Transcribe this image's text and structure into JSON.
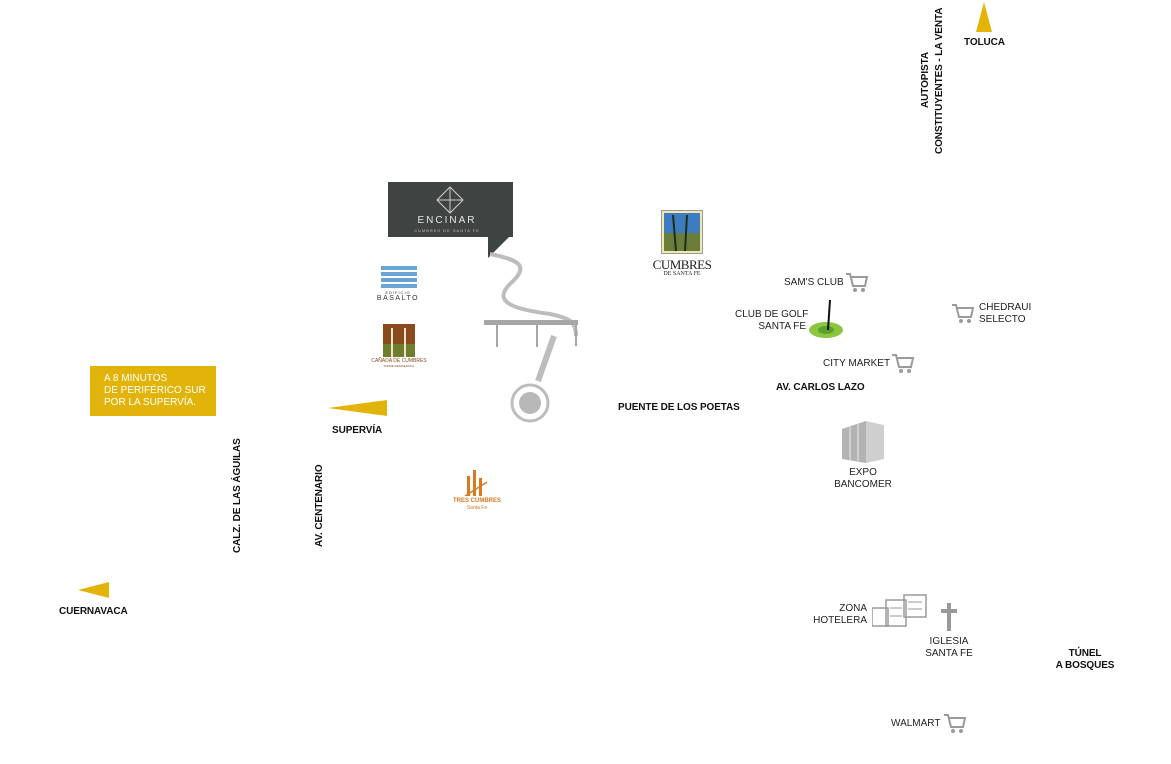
{
  "colors": {
    "accent": "#e2b40a",
    "encinar_bg": "#3f4341",
    "gray_icon": "#9a9a9a",
    "basalto_blue": "#6aa5d8",
    "tres_orange": "#d97a1e"
  },
  "roads": {
    "autopista_1": "AUTOPISTA",
    "autopista_2": "CONSTITUYENTES - LA VENTA",
    "aguilas": "CALZ. DE LAS ÁGUILAS",
    "centenario": "AV. CENTENARIO",
    "carlos_lazo": "AV. CARLOS LAZO",
    "puente": "PUENTE DE LOS POETAS"
  },
  "directions": {
    "toluca": "TOLUCA",
    "superv": "SUPERVÍA",
    "cuernavaca": "CUERNAVACA",
    "tunel_1": "TÚNEL",
    "tunel_2": "A BOSQUES"
  },
  "callout": {
    "line1": "A 8 MINUTOS",
    "line2": "DE PERIFÉRICO SUR",
    "line3": "POR LA SUPERVÍA."
  },
  "brand": {
    "encinar_name": "ENCINAR",
    "encinar_sub": "CUMBRES DE SANTA FE",
    "cumbres_1": "CUMBRES",
    "cumbres_2": "DE SANTA FE",
    "basalto_sub": "EDIFICIO",
    "basalto": "BASALTO",
    "canada": "CAÑADA DE CUMBRES",
    "canada_sub": "TORRE RESIDENCIAL",
    "tres": "TRES CUMBRES",
    "tres_sub": "Santa Fe"
  },
  "pois": {
    "sams": "SAM'S CLUB",
    "chedraui_1": "CHEDRAUI",
    "chedraui_2": "SELECTO",
    "golf_1": "CLUB DE GOLF",
    "golf_2": "SANTA FE",
    "city": "CITY MARKET",
    "expo_1": "EXPO",
    "expo_2": "BANCOMER",
    "zona_1": "ZONA",
    "zona_2": "HOTELERA",
    "iglesia_1": "IGLESIA",
    "iglesia_2": "SANTA FE",
    "walmart": "WALMART"
  },
  "icons": [
    "cart-icon",
    "golf-flag-icon",
    "building-icon",
    "hotel-icon",
    "cross-icon",
    "map-pin-icon",
    "direction-arrow-icon"
  ]
}
